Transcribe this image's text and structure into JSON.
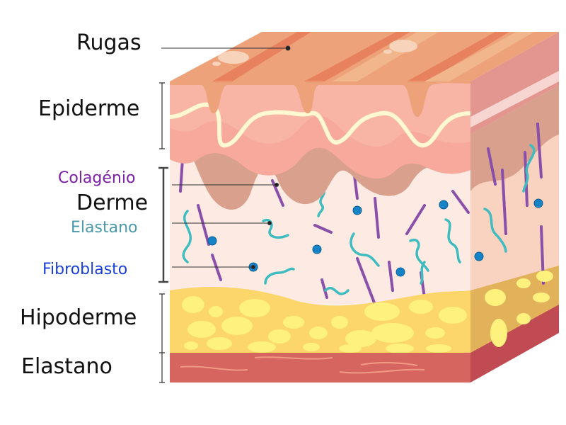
{
  "labels": {
    "wrinkles": "Rugas",
    "epidermis": "Epiderme",
    "collagen": "Colagénio",
    "dermis": "Derme",
    "elastin": "Elastano",
    "fibroblast": "Fibroblasto",
    "hypodermis": "Hipoderme",
    "elastin_bottom": "Elastano"
  },
  "colors": {
    "collagen": "#7b1fa2",
    "elastin": "#4a9aaa",
    "fibroblast": "#1a3fd6",
    "collagen_fiber": "#8a4fa8",
    "elastin_fiber": "#3fbcc0",
    "fibroblast_cell": "#1683c6",
    "fat": "#fde36f",
    "muscle": "#d7655f"
  }
}
